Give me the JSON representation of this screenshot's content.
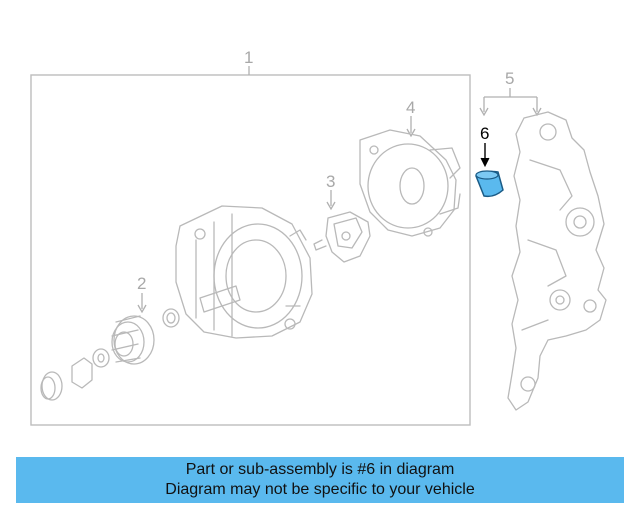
{
  "diagram": {
    "callouts": [
      "1",
      "2",
      "3",
      "4",
      "5",
      "6"
    ],
    "highlighted_callout": "6",
    "highlight_color": "#5ab9ee"
  },
  "banner": {
    "line1": "Part or sub-assembly is #6 in diagram",
    "line2": "Diagram may not be specific to your vehicle",
    "background": "#5ab9ee"
  }
}
